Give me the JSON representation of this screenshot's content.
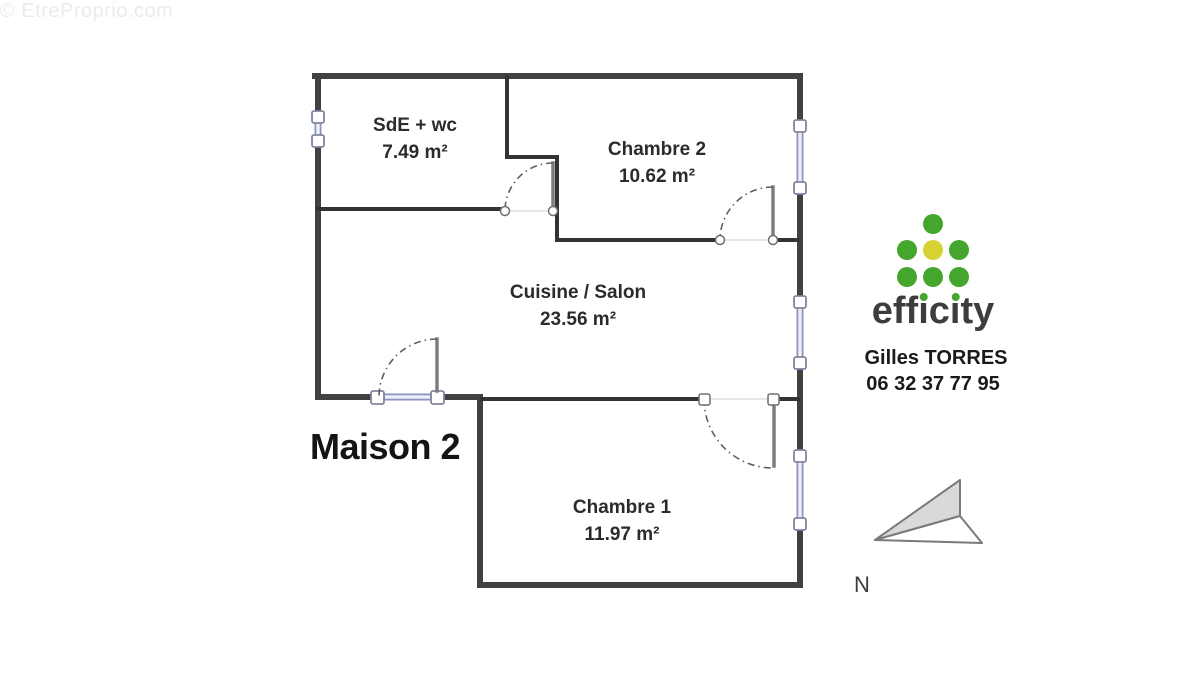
{
  "watermark": "© EtreProprio.com",
  "plan": {
    "title": "Maison 2",
    "compass_label": "N",
    "rooms": [
      {
        "name": "SdE + wc",
        "area": "7.49 m²"
      },
      {
        "name": "Chambre 2",
        "area": "10.62 m²"
      },
      {
        "name": "Cuisine / Salon",
        "area": "23.56 m²"
      },
      {
        "name": "Chambre 1",
        "area": "11.97 m²"
      }
    ]
  },
  "agency": {
    "brand": "efficity",
    "agent_name": "Gilles TORRES",
    "agent_phone": "06 32 37 77 95",
    "colors": {
      "dot_green": "#45a62e",
      "dot_yellow": "#d6d232",
      "wordmark_gray": "#3d3d3c"
    }
  },
  "colors": {
    "exterior_wall": "#414141",
    "interior_wall": "#333333",
    "door_leaf": "#7d7d7d",
    "window_frame": "#8d93bf",
    "compass_fill": "#d9d9d9"
  }
}
